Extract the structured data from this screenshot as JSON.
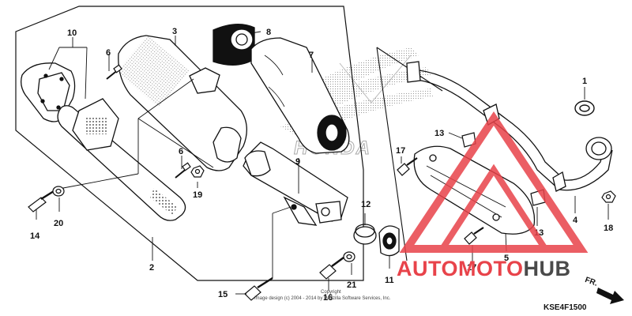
{
  "diagram": {
    "callouts": {
      "c1": "1",
      "c2": "2",
      "c3": "3",
      "c4": "4",
      "c5": "5",
      "c6a": "6",
      "c6b": "6",
      "c7": "7",
      "c8": "8",
      "c9": "9",
      "c10": "10",
      "c11": "11",
      "c12": "12",
      "c13a": "13",
      "c13b": "13",
      "c14": "14",
      "c15": "15",
      "c16": "16",
      "c17a": "17",
      "c17b": "17",
      "c18": "18",
      "c19": "19",
      "c20": "20",
      "c21": "21"
    },
    "diagram_code": "KSE4F1500",
    "direction_label": "FR.",
    "copyright_line1": "Copyright",
    "copyright_line2": "Image design (c) 2004 - 2014 by Partzilla Software Services, Inc.",
    "emblem_text": "HONDA"
  },
  "watermark": {
    "part1": "AUTOMOTO",
    "part2": "HUB",
    "color_red": "#e8434a",
    "color_dark": "#4a4a4a"
  }
}
